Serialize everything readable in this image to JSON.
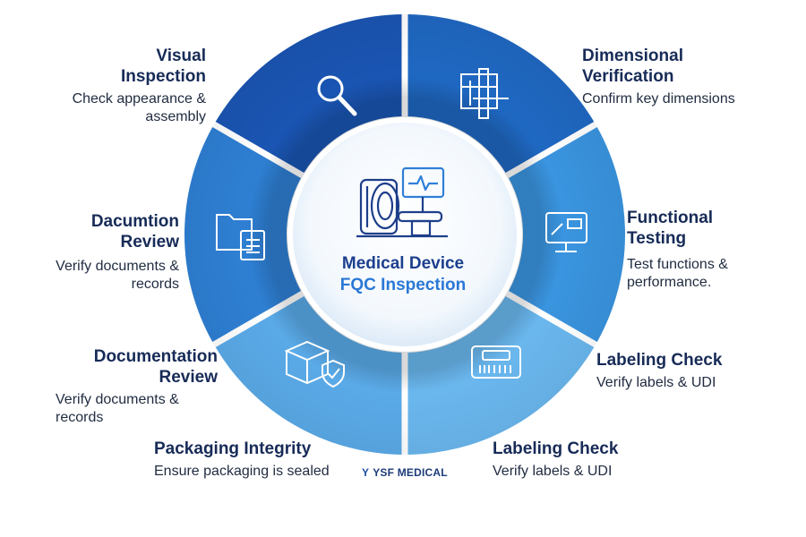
{
  "center": {
    "line1": "Medical Device",
    "line2": "FQC Inspection"
  },
  "brand": {
    "mark": "Y",
    "name": "YSF MEDICAL"
  },
  "segments": [
    {
      "title": "Visual\nInspection",
      "desc": "Check appearance &\nassembly",
      "icon": "magnifier-icon",
      "color": "#1a55b3"
    },
    {
      "title": "Dimensional\nVerification",
      "desc": "Confirm key dimensions",
      "icon": "blueprint-caliper-icon",
      "color": "#1f68c2"
    },
    {
      "title": "Functional\nTesting",
      "desc": "Test functions &\nperformance.",
      "icon": "monitor-wrench-icon",
      "color": "#3a94df"
    },
    {
      "title": "Labeling Check",
      "desc": "Verify labels & UDI",
      "icon": "label-barcode-icon",
      "color": "#6ab7ee"
    },
    {
      "title": "Documentation\nReview",
      "desc": "Verify documents & records",
      "icon": "package-shield-icon",
      "color": "#5aaae8"
    },
    {
      "title": "Dacumtion\nReview",
      "desc": "Verify documents &\nrecords",
      "icon": "folder-checklist-icon",
      "color": "#2e7fd3"
    }
  ],
  "bottom_labels": [
    {
      "title": "Packaging Integrity",
      "desc": "Ensure packaging is sealed"
    },
    {
      "title": "Labeling Check",
      "desc": "Verify labels & UDI"
    }
  ],
  "center_icon": "mri-scanner-icon"
}
